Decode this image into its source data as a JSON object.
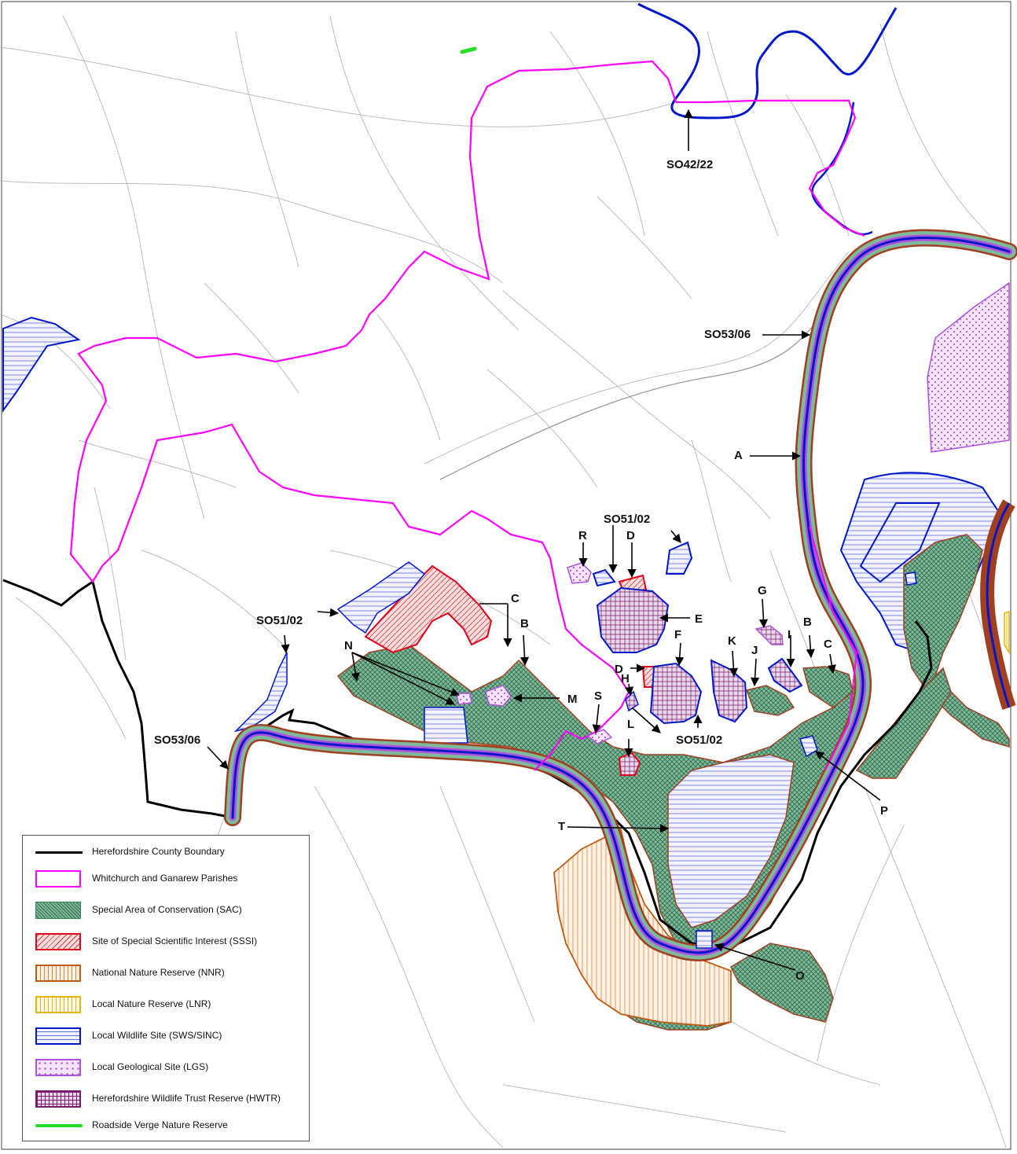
{
  "colors": {
    "county": "#000000",
    "parish": "#ff00ff",
    "sac": "#2e8b57",
    "sssi": "#e0001b",
    "nnr": "#c05a10",
    "lnr": "#e8b400",
    "lws": "#0018c8",
    "lgs": "#b050e0",
    "hwtr": "#7a1a6a",
    "verge": "#22dd22",
    "river": "#0018c8",
    "roads": "#bcbcbc"
  },
  "labels": {
    "so4222": "SO42/22",
    "so5306_top": "SO53/06",
    "so5306_left": "SO53/06",
    "so5102_top": "SO51/02",
    "so5102_left": "SO51/02",
    "so5102_mid": "SO51/02",
    "a": "A",
    "b_left": "B",
    "b_right": "B",
    "c_left": "C",
    "c_right": "C",
    "d_top": "D",
    "d_mid": "D",
    "e": "E",
    "f": "F",
    "g": "G",
    "h": "H",
    "i": "I",
    "j": "J",
    "k": "K",
    "l": "L",
    "m": "M",
    "n": "N",
    "o": "O",
    "p": "P",
    "r": "R",
    "s": "S",
    "t": "T"
  },
  "legend": {
    "items": [
      {
        "key": "county",
        "label": "Herefordshire County Boundary"
      },
      {
        "key": "parish",
        "label": "Whitchurch and Ganarew Parishes"
      },
      {
        "key": "sac",
        "label": "Special Area of Conservation (SAC)"
      },
      {
        "key": "sssi",
        "label": "Site of Special Scientific Interest (SSSI)"
      },
      {
        "key": "nnr",
        "label": "National Nature Reserve (NNR)"
      },
      {
        "key": "lnr",
        "label": "Local Nature Reserve (LNR)"
      },
      {
        "key": "lws",
        "label": "Local Wildlife Site (SWS/SINC)"
      },
      {
        "key": "lgs",
        "label": "Local Geological Site (LGS)"
      },
      {
        "key": "hwtr",
        "label": "Herefordshire Wildlife Trust Reserve (HWTR)"
      },
      {
        "key": "verge",
        "label": "Roadside Verge Nature Reserve"
      }
    ]
  }
}
